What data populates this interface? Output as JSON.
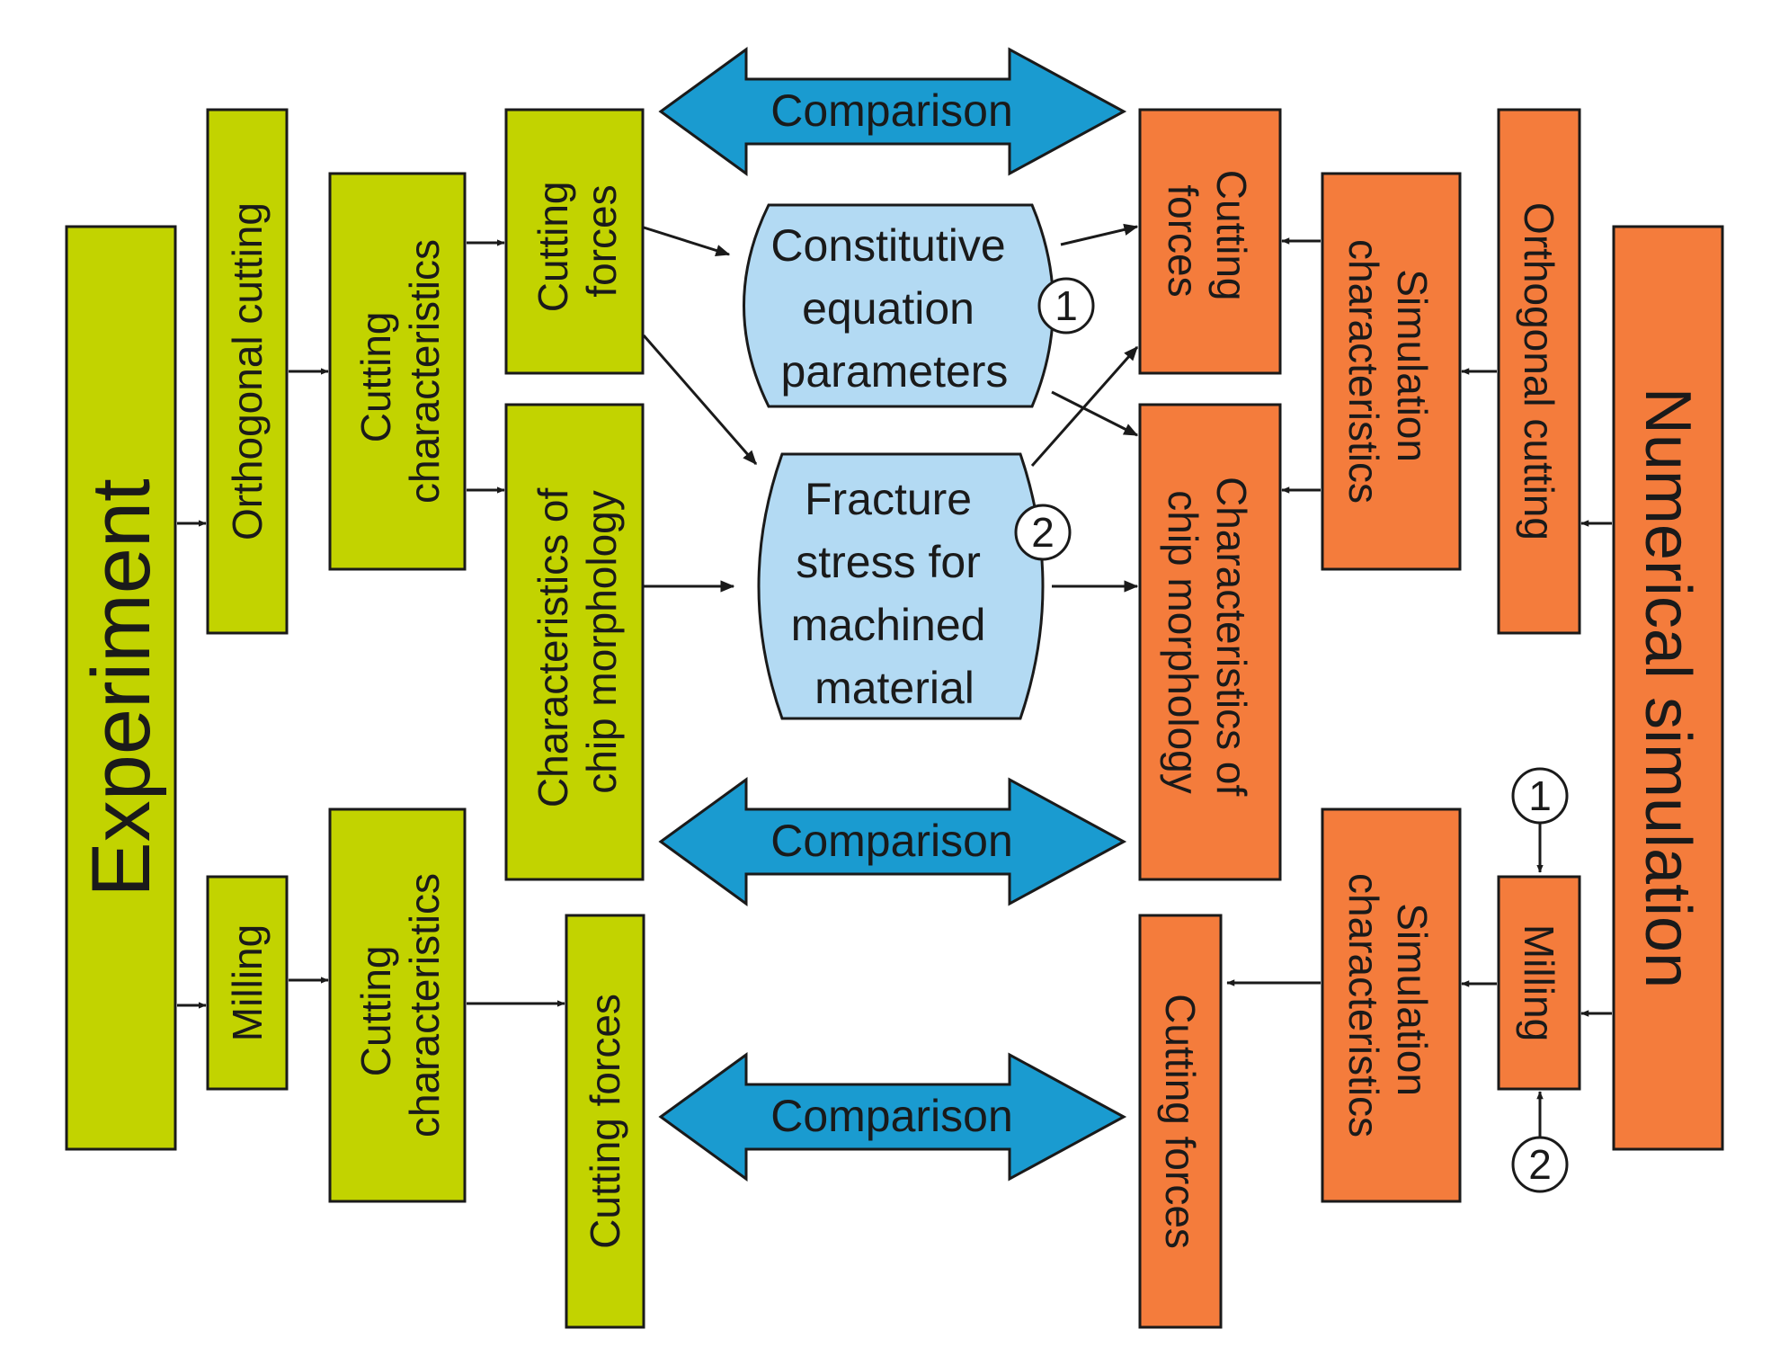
{
  "diagram": {
    "left_title": "Experiment",
    "right_title": "Numerical simulation",
    "colors": {
      "green": "#c2d300",
      "orange": "#f47c3c",
      "light_blue": "#b3daf3",
      "arrow_blue": "#1a9bd0",
      "stroke": "#1a1a1a"
    },
    "experiment": {
      "orthogonal": "Orthogonal cutting",
      "cutting_characteristics_top": [
        "Cutting",
        "characteristics"
      ],
      "cutting_forces_top": [
        "Cutting",
        "forces"
      ],
      "chip_morphology": [
        "Characteristics of",
        "chip morphology"
      ],
      "milling": "Milling",
      "cutting_characteristics_bottom": [
        "Cutting",
        "characteristics"
      ],
      "cutting_forces_bottom": "Cutting forces"
    },
    "center": {
      "constitutive": [
        "Constitutive",
        "equation",
        "parameters"
      ],
      "fracture": [
        "Fracture",
        "stress for",
        "machined",
        "material"
      ],
      "marker_1": "1",
      "marker_2": "2"
    },
    "simulation": {
      "orthogonal": "Orthogonal cutting",
      "sim_characteristics_top": [
        "Simulation",
        "characteristics"
      ],
      "cutting_forces_top": [
        "Cutting",
        "forces"
      ],
      "chip_morphology": [
        "Characteristics of",
        "chip morphology"
      ],
      "milling": "Milling",
      "sim_characteristics_bottom": [
        "Simulation",
        "characteristics"
      ],
      "cutting_forces_bottom": "Cutting forces",
      "input_1": "1",
      "input_2": "2"
    },
    "comparisons": [
      "Comparison",
      "Comparison",
      "Comparison"
    ]
  }
}
